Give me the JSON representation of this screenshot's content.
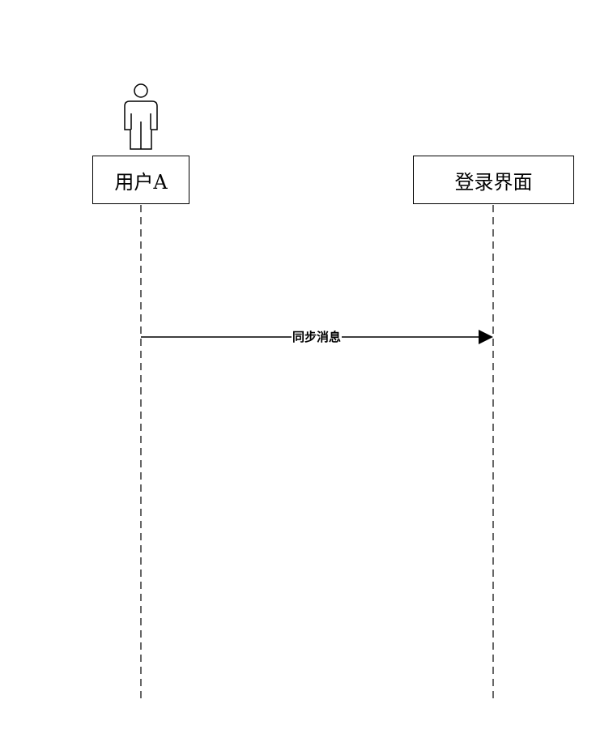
{
  "diagram": {
    "type": "sequence",
    "lifelines": [
      {
        "id": "user",
        "label": "用户A",
        "kind": "actor"
      },
      {
        "id": "login",
        "label": "登录界面",
        "kind": "object"
      }
    ],
    "messages": [
      {
        "from": "user",
        "to": "login",
        "label": "同步消息",
        "kind": "synchronous"
      }
    ]
  }
}
